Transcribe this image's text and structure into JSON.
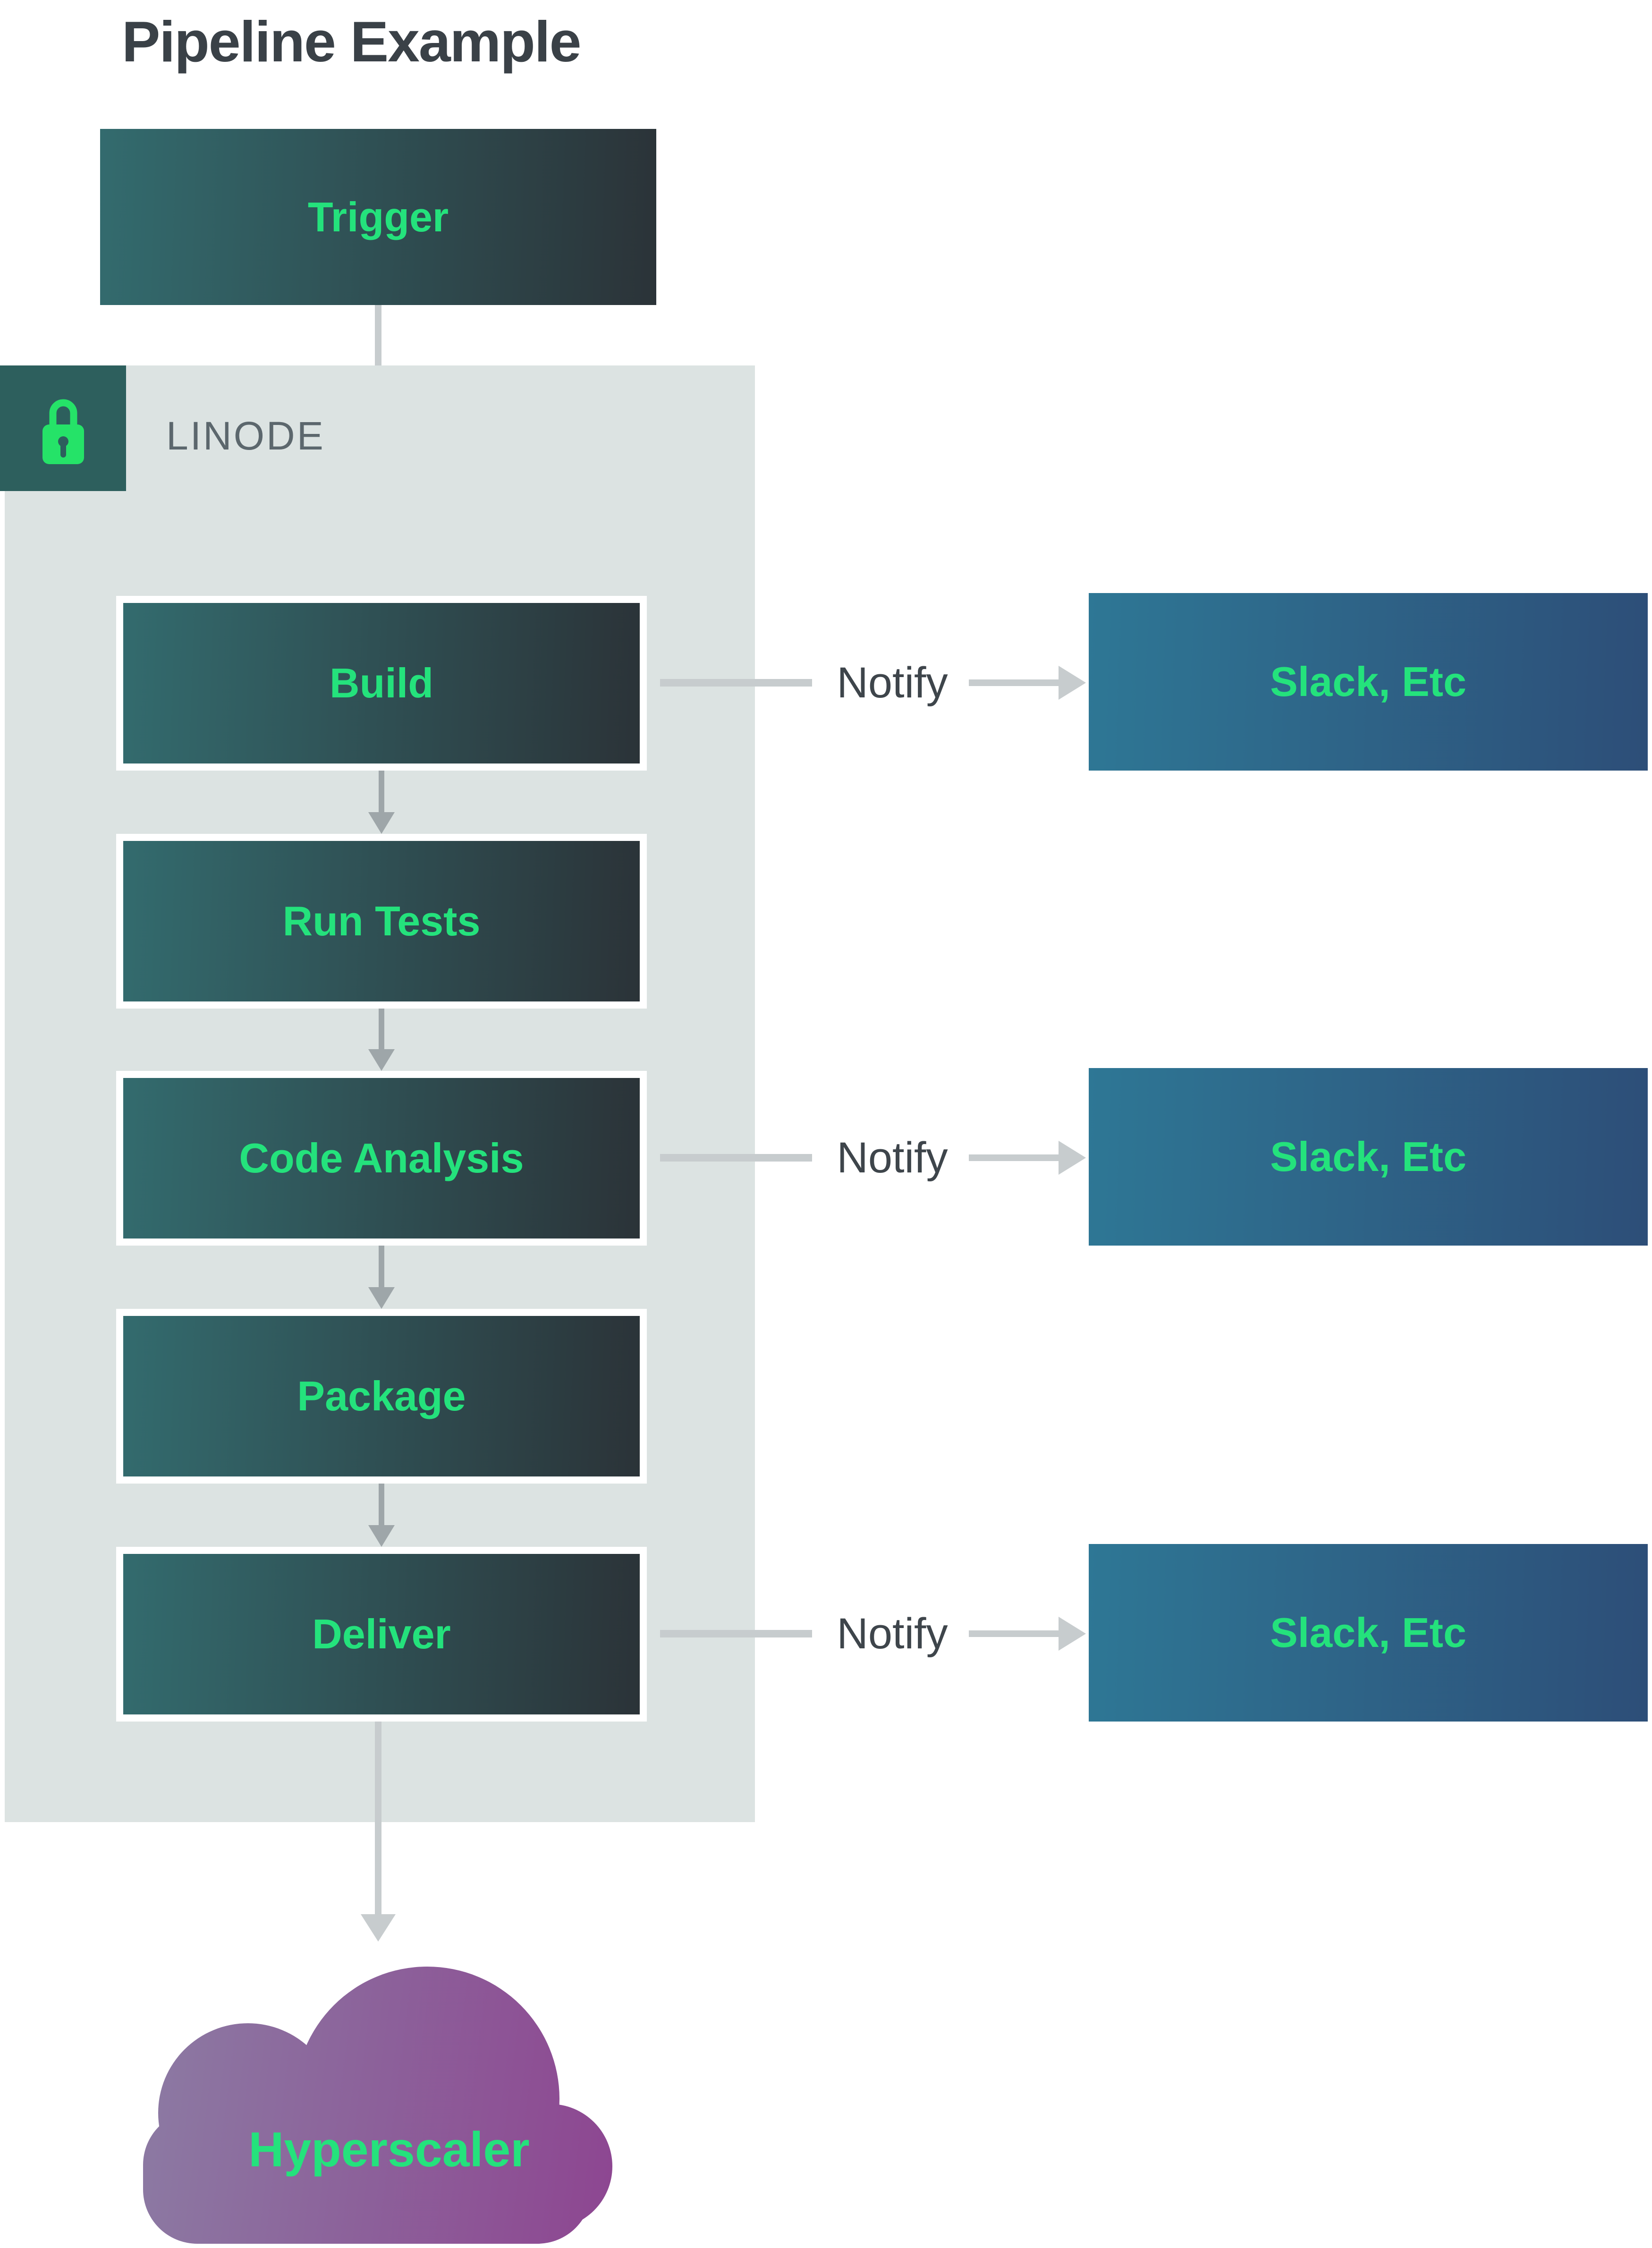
{
  "title": "Pipeline Example",
  "trigger": {
    "label": "Trigger"
  },
  "linode": {
    "label": "LINODE",
    "icon": "lock-icon"
  },
  "stages": [
    {
      "label": "Build",
      "notify": true
    },
    {
      "label": "Run Tests",
      "notify": false
    },
    {
      "label": "Code Analysis",
      "notify": true
    },
    {
      "label": "Package",
      "notify": false
    },
    {
      "label": "Deliver",
      "notify": true
    }
  ],
  "notify": {
    "label": "Notify"
  },
  "slack": {
    "label": "Slack, Etc"
  },
  "cloud": {
    "label": "Hyperscaler"
  },
  "colors": {
    "title_text": "#3a4147",
    "green_text": "#24e27c",
    "lock_green": "#25e368",
    "stage_gradient_start": "#336b6e",
    "stage_gradient_end": "#2b3338",
    "slack_gradient_start": "#2e7795",
    "slack_gradient_end": "#2d4e78",
    "cloud_gradient_start": "#8c7ba3",
    "cloud_gradient_end": "#8d4691",
    "container_bg": "#dce3e2",
    "lock_badge_bg": "#2d5f5d",
    "linode_text": "#5c676d",
    "notify_text": "#3e454b",
    "arrow_light": "#c7ccce",
    "arrow_dark": "#9ea6a9"
  }
}
